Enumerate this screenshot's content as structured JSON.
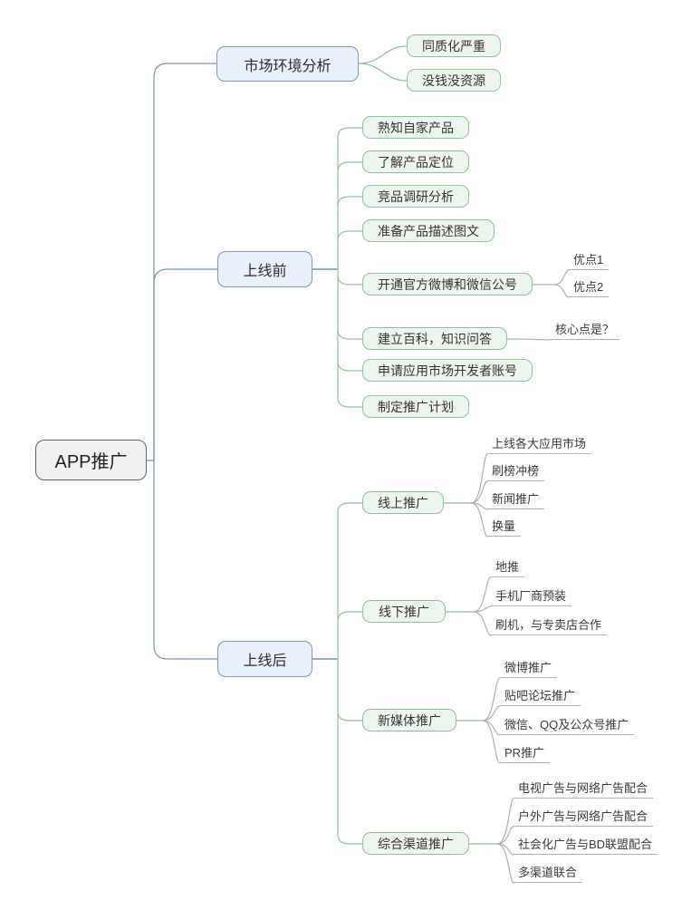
{
  "mindmap": {
    "root": {
      "label": "APP推广"
    },
    "colors": {
      "root_fill": "#f1f1f2",
      "root_border": "#5d646b",
      "blue_fill": "#e9f0f9",
      "blue_border": "#7b98b6",
      "blue_line": "#7493b2",
      "green_fill": "#edf6ee",
      "green_border": "#8fc497",
      "gray_line": "#b1b1b1"
    },
    "branches": [
      {
        "label": "市场环境分析",
        "children": [
          {
            "label": "同质化严重"
          },
          {
            "label": "没钱没资源"
          }
        ]
      },
      {
        "label": "上线前",
        "children": [
          {
            "label": "熟知自家产品"
          },
          {
            "label": "了解产品定位"
          },
          {
            "label": "竞品调研分析"
          },
          {
            "label": "准备产品描述图文"
          },
          {
            "label": "开通官方微博和微信公号",
            "children": [
              {
                "label": "优点1"
              },
              {
                "label": "优点2"
              }
            ]
          },
          {
            "label": "建立百科，知识问答",
            "children": [
              {
                "label": "核心点是？"
              }
            ]
          },
          {
            "label": "申请应用市场开发者账号"
          },
          {
            "label": "制定推广计划"
          }
        ]
      },
      {
        "label": "上线后",
        "children": [
          {
            "label": "线上推广",
            "children": [
              {
                "label": "上线各大应用市场"
              },
              {
                "label": "刷榜冲榜"
              },
              {
                "label": "新闻推广"
              },
              {
                "label": "换量"
              }
            ]
          },
          {
            "label": "线下推广",
            "children": [
              {
                "label": "地推"
              },
              {
                "label": "手机厂商预装"
              },
              {
                "label": "刷机，与专卖店合作"
              }
            ]
          },
          {
            "label": "新媒体推广",
            "children": [
              {
                "label": "微博推广"
              },
              {
                "label": "贴吧论坛推广"
              },
              {
                "label": "微信、QQ及公众号推广"
              },
              {
                "label": "PR推广"
              }
            ]
          },
          {
            "label": "综合渠道推广",
            "children": [
              {
                "label": "电视广告与网络广告配合"
              },
              {
                "label": "户外广告与网络广告配合"
              },
              {
                "label": "社会化广告与BD联盟配合"
              },
              {
                "label": "多渠道联合"
              }
            ]
          }
        ]
      }
    ]
  }
}
